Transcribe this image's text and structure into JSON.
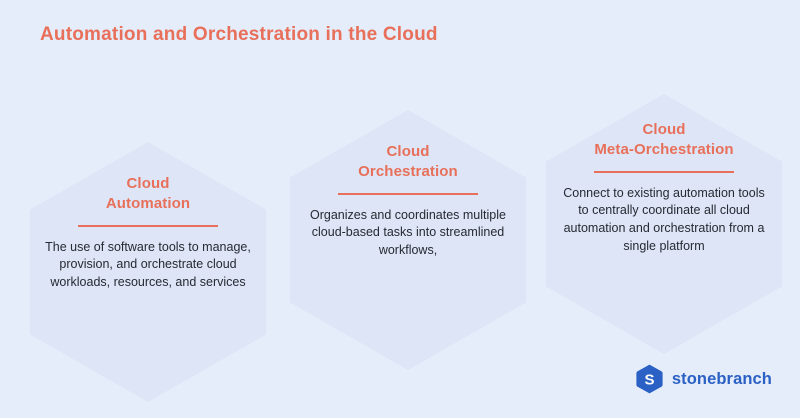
{
  "page": {
    "title": "Automation and Orchestration in the Cloud",
    "background_color": "#e5edfb",
    "accent_color": "#e8705a",
    "hex_fill_color": "#dde5f6",
    "body_text_color": "#262a33",
    "brand_color": "#2b61c4"
  },
  "cards": [
    {
      "heading_line_1": "Cloud",
      "heading_line_2": "Automation",
      "body": "The use of software tools to manage, provision, and orchestrate cloud workloads, resources, and services"
    },
    {
      "heading_line_1": "Cloud",
      "heading_line_2": "Orchestration",
      "body": "Organizes and coordinates multiple cloud-based tasks into streamlined workflows,"
    },
    {
      "heading_line_1": "Cloud",
      "heading_line_2": "Meta-Orchestration",
      "body": "Connect to existing automation tools to centrally coordinate all cloud automation and orchestration from a single platform"
    }
  ],
  "logo": {
    "mark_letter": "S",
    "wordmark": "stonebranch"
  }
}
